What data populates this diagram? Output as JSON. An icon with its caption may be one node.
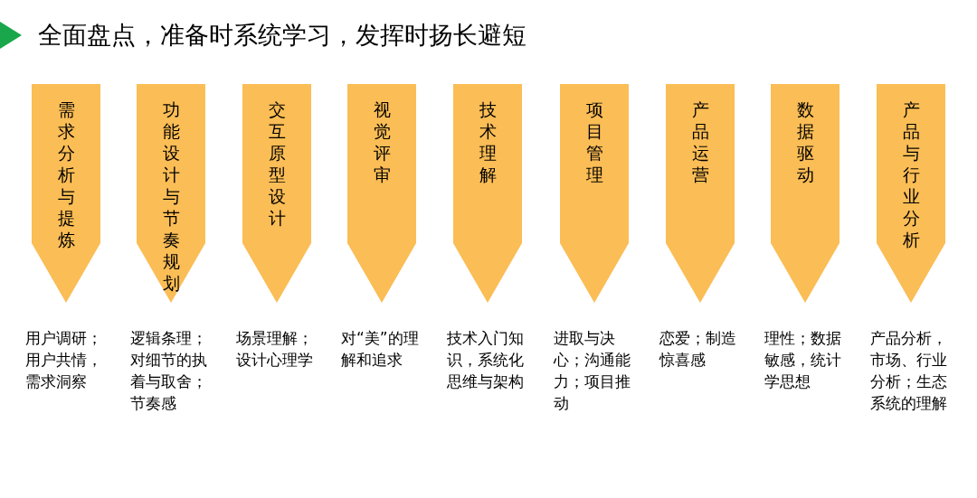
{
  "diagram": {
    "title": "全面盘点，准备时系统学习，发挥时扬长避短",
    "nodes": [
      {
        "text": [
          "需求分析与提炼"
        ],
        "beside": [
          "用户调研；用户共情，需求洞察"
        ]
      },
      {
        "text": [
          "功能设计与节奏规划"
        ],
        "beside": [
          "逻辑条理；对细节的执着与取舍；节奏感"
        ]
      },
      {
        "text": [
          "交互原型设计"
        ],
        "beside": [
          "场景理解；设计心理学"
        ]
      },
      {
        "text": [
          "视觉评审"
        ],
        "beside": [
          "对“美”的理解和追求"
        ]
      },
      {
        "text": [
          "技术理解"
        ],
        "beside": [
          "技术入门知识，系统化思维与架构"
        ]
      },
      {
        "text": [
          "项目管理"
        ],
        "beside": [
          "进取与决心；沟通能力；项目推动"
        ]
      },
      {
        "text": [
          "产品运营"
        ],
        "beside": [
          "恋爱；制造惊喜感"
        ]
      },
      {
        "text": [
          "数据驱动"
        ],
        "beside": [
          "理性；数据敏感，统计学思想"
        ]
      },
      {
        "text": [
          "产品与行业分析"
        ],
        "beside": [
          "产品分析，市场、行业分析；生态系统的理解"
        ]
      }
    ]
  }
}
